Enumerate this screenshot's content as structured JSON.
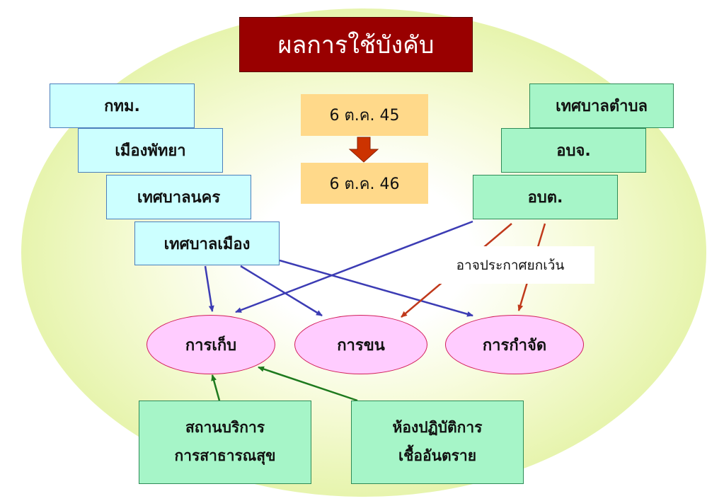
{
  "title": "ผลการใช้บังคับ",
  "left_stack": [
    "กทม.",
    "เมืองพัทยา",
    "เทศบาลนคร",
    "เทศบาลเมือง"
  ],
  "right_stack": [
    "เทศบาลตำบล",
    "อบจ.",
    "อบต."
  ],
  "dates": {
    "from": "6 ต.ค. 45",
    "to": "6 ต.ค. 46"
  },
  "note": "อาจประกาศยกเว้น",
  "stages": [
    "การเก็บ",
    "การขน",
    "การกำจัด"
  ],
  "sources": [
    {
      "line1": "สถานบริการ",
      "line2": "การสาธารณสุข"
    },
    {
      "line1": "ห้องปฏิบัติการ",
      "line2": "เชื้ออันตราย"
    }
  ],
  "colors": {
    "title_bg": "#990000",
    "left_box": "#ccffff",
    "right_box": "#a6f5c8",
    "date_box": "#ffd98a",
    "stage_fill": "#ffccff",
    "blue_arrow": "#3c3cb4",
    "red_arrow": "#c0391b",
    "green_arrow": "#1e7a1e",
    "down_arrow": "#cc3300"
  }
}
